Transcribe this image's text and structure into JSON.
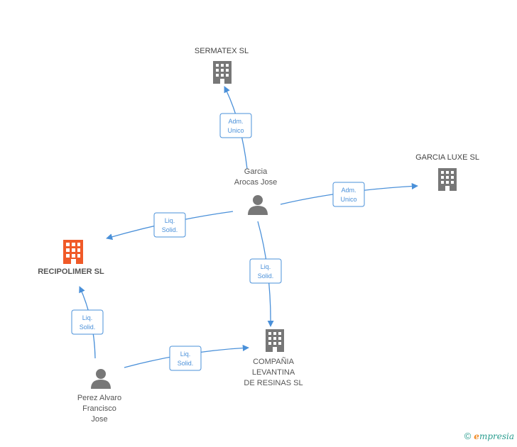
{
  "nodes": {
    "sermatex": {
      "name": "SERMATEX SL"
    },
    "garcia_luxe": {
      "name": "GARCIA LUXE SL"
    },
    "recipolimer": {
      "name": "RECIPOLIMER SL"
    },
    "compania": {
      "line1": "COMPAÑIA",
      "line2": "LEVANTINA",
      "line3": "DE RESINAS SL"
    },
    "garcia_person": {
      "line1": "Garcia",
      "line2": "Arocas Jose"
    },
    "perez_person": {
      "line1": "Perez Alvaro",
      "line2": "Francisco",
      "line3": "Jose"
    }
  },
  "edges": {
    "e1": {
      "line1": "Adm.",
      "line2": "Unico"
    },
    "e2": {
      "line1": "Adm.",
      "line2": "Unico"
    },
    "e3": {
      "line1": "Liq.",
      "line2": "Solid."
    },
    "e4": {
      "line1": "Liq.",
      "line2": "Solid."
    },
    "e5": {
      "line1": "Liq.",
      "line2": "Solid."
    },
    "e6": {
      "line1": "Liq.",
      "line2": "Solid."
    }
  },
  "footer": {
    "copyright": "©",
    "brand_e": "e",
    "brand_rest": "mpresia"
  },
  "colors": {
    "edge": "#4a90d9",
    "building": "#777777",
    "highlight": "#f05a28",
    "person": "#777777"
  }
}
